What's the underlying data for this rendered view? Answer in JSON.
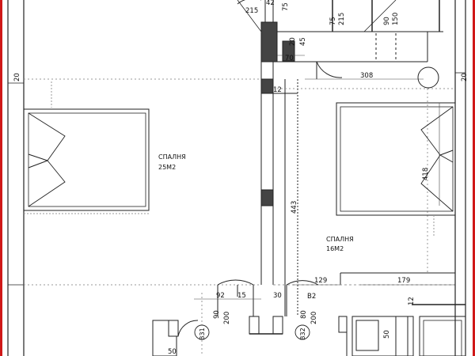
{
  "rooms": [
    {
      "name": "СПАЛНЯ",
      "area": "25М2"
    },
    {
      "name": "СПАЛНЯ",
      "area": "16М2"
    }
  ],
  "dimensions": {
    "top_215_a": "215",
    "top_42": "42",
    "top_75_a": "75",
    "top_75_b": "75",
    "top_215_b": "215",
    "top_90": "90",
    "top_150": "150",
    "d_20_a": "20",
    "d_45": "45",
    "d_70": "70",
    "d_20_left": "20",
    "d_308": "308",
    "d_20_right": "20",
    "d_12_a": "12",
    "d_418": "418",
    "d_443": "443",
    "d_129": "129",
    "d_179": "179",
    "d_92": "92",
    "d_15": "15",
    "d_30": "30",
    "d_12_b": "12",
    "d_90": "90",
    "d_200_a": "200",
    "d_80": "80",
    "d_200_b": "200",
    "d_50_a": "50",
    "d_50_b": "50"
  },
  "door_tags": {
    "b31": "В31",
    "b32": "В32",
    "b2": "В2"
  }
}
